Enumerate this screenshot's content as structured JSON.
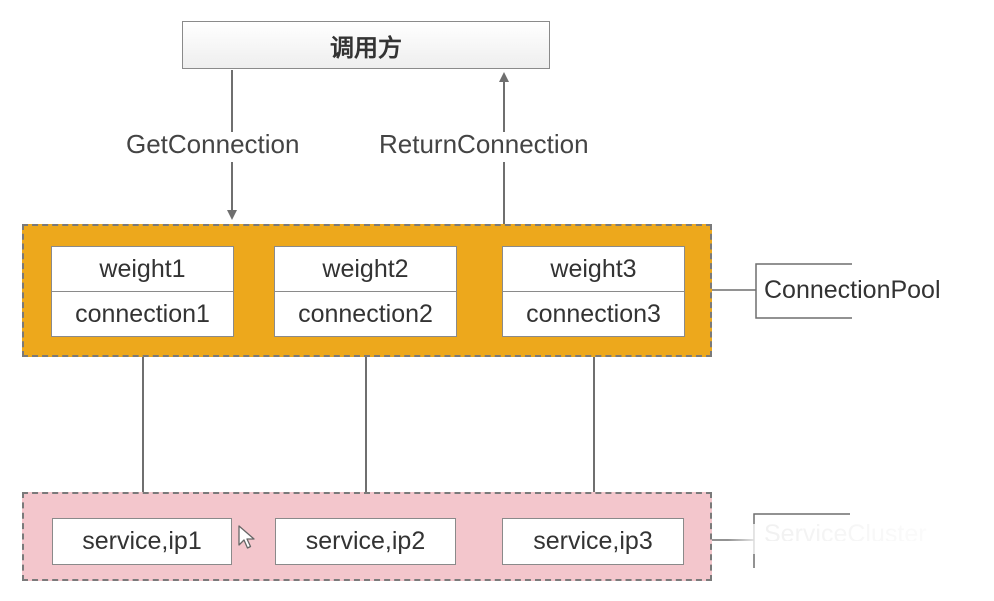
{
  "caller": {
    "label": "调用方"
  },
  "flow": {
    "get": "GetConnection",
    "return": "ReturnConnection"
  },
  "pool": {
    "label": "ConnectionPool",
    "items": [
      {
        "weight": "weight1",
        "connection": "connection1"
      },
      {
        "weight": "weight2",
        "connection": "connection2"
      },
      {
        "weight": "weight3",
        "connection": "connection3"
      }
    ]
  },
  "cluster": {
    "label": "ServiceCluster",
    "items": [
      "service,ip1",
      "service,ip2",
      "service,ip3"
    ]
  },
  "colors": {
    "pool": "#eda81c",
    "cluster": "#f3c6cc",
    "line": "#6f6f6f"
  },
  "icons": {
    "cursor": "mouse-pointer-icon"
  }
}
